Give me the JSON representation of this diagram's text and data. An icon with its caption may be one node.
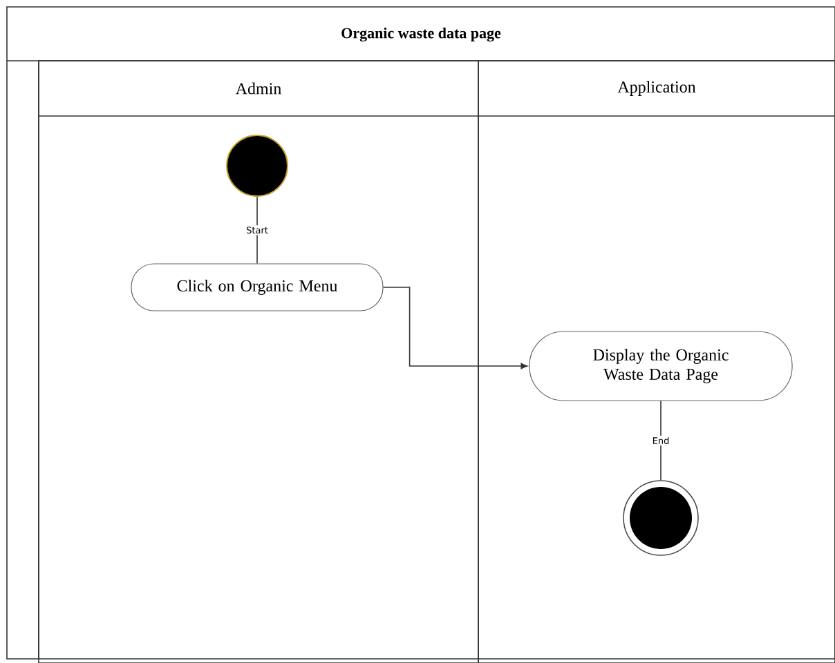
{
  "diagram": {
    "nodes": [
      {
        "text": [
          "Organic waste data page"
        ]
      },
      {
        "text": [
          "Admin"
        ],
        "in": 0
      },
      {
        "text": [
          "Application"
        ],
        "in": 0
      },
      {
        "text": [],
        "shape": "circle",
        "in": 1
      },
      {
        "text": [
          "Click on Organic Menu"
        ],
        "in": 1
      },
      {
        "text": [
          "Display the Organic Waste Data Page"
        ],
        "in": 2
      },
      {
        "text": [],
        "shape": "circle",
        "in": 2
      }
    ],
    "edges": [
      {
        "from": 3,
        "to": 4,
        "arrow": "none",
        "label": "Start"
      },
      {
        "from": 4,
        "to": 5,
        "arrow": "to"
      },
      {
        "from": 5,
        "to": 6,
        "arrow": "none",
        "label": "End"
      }
    ]
  }
}
